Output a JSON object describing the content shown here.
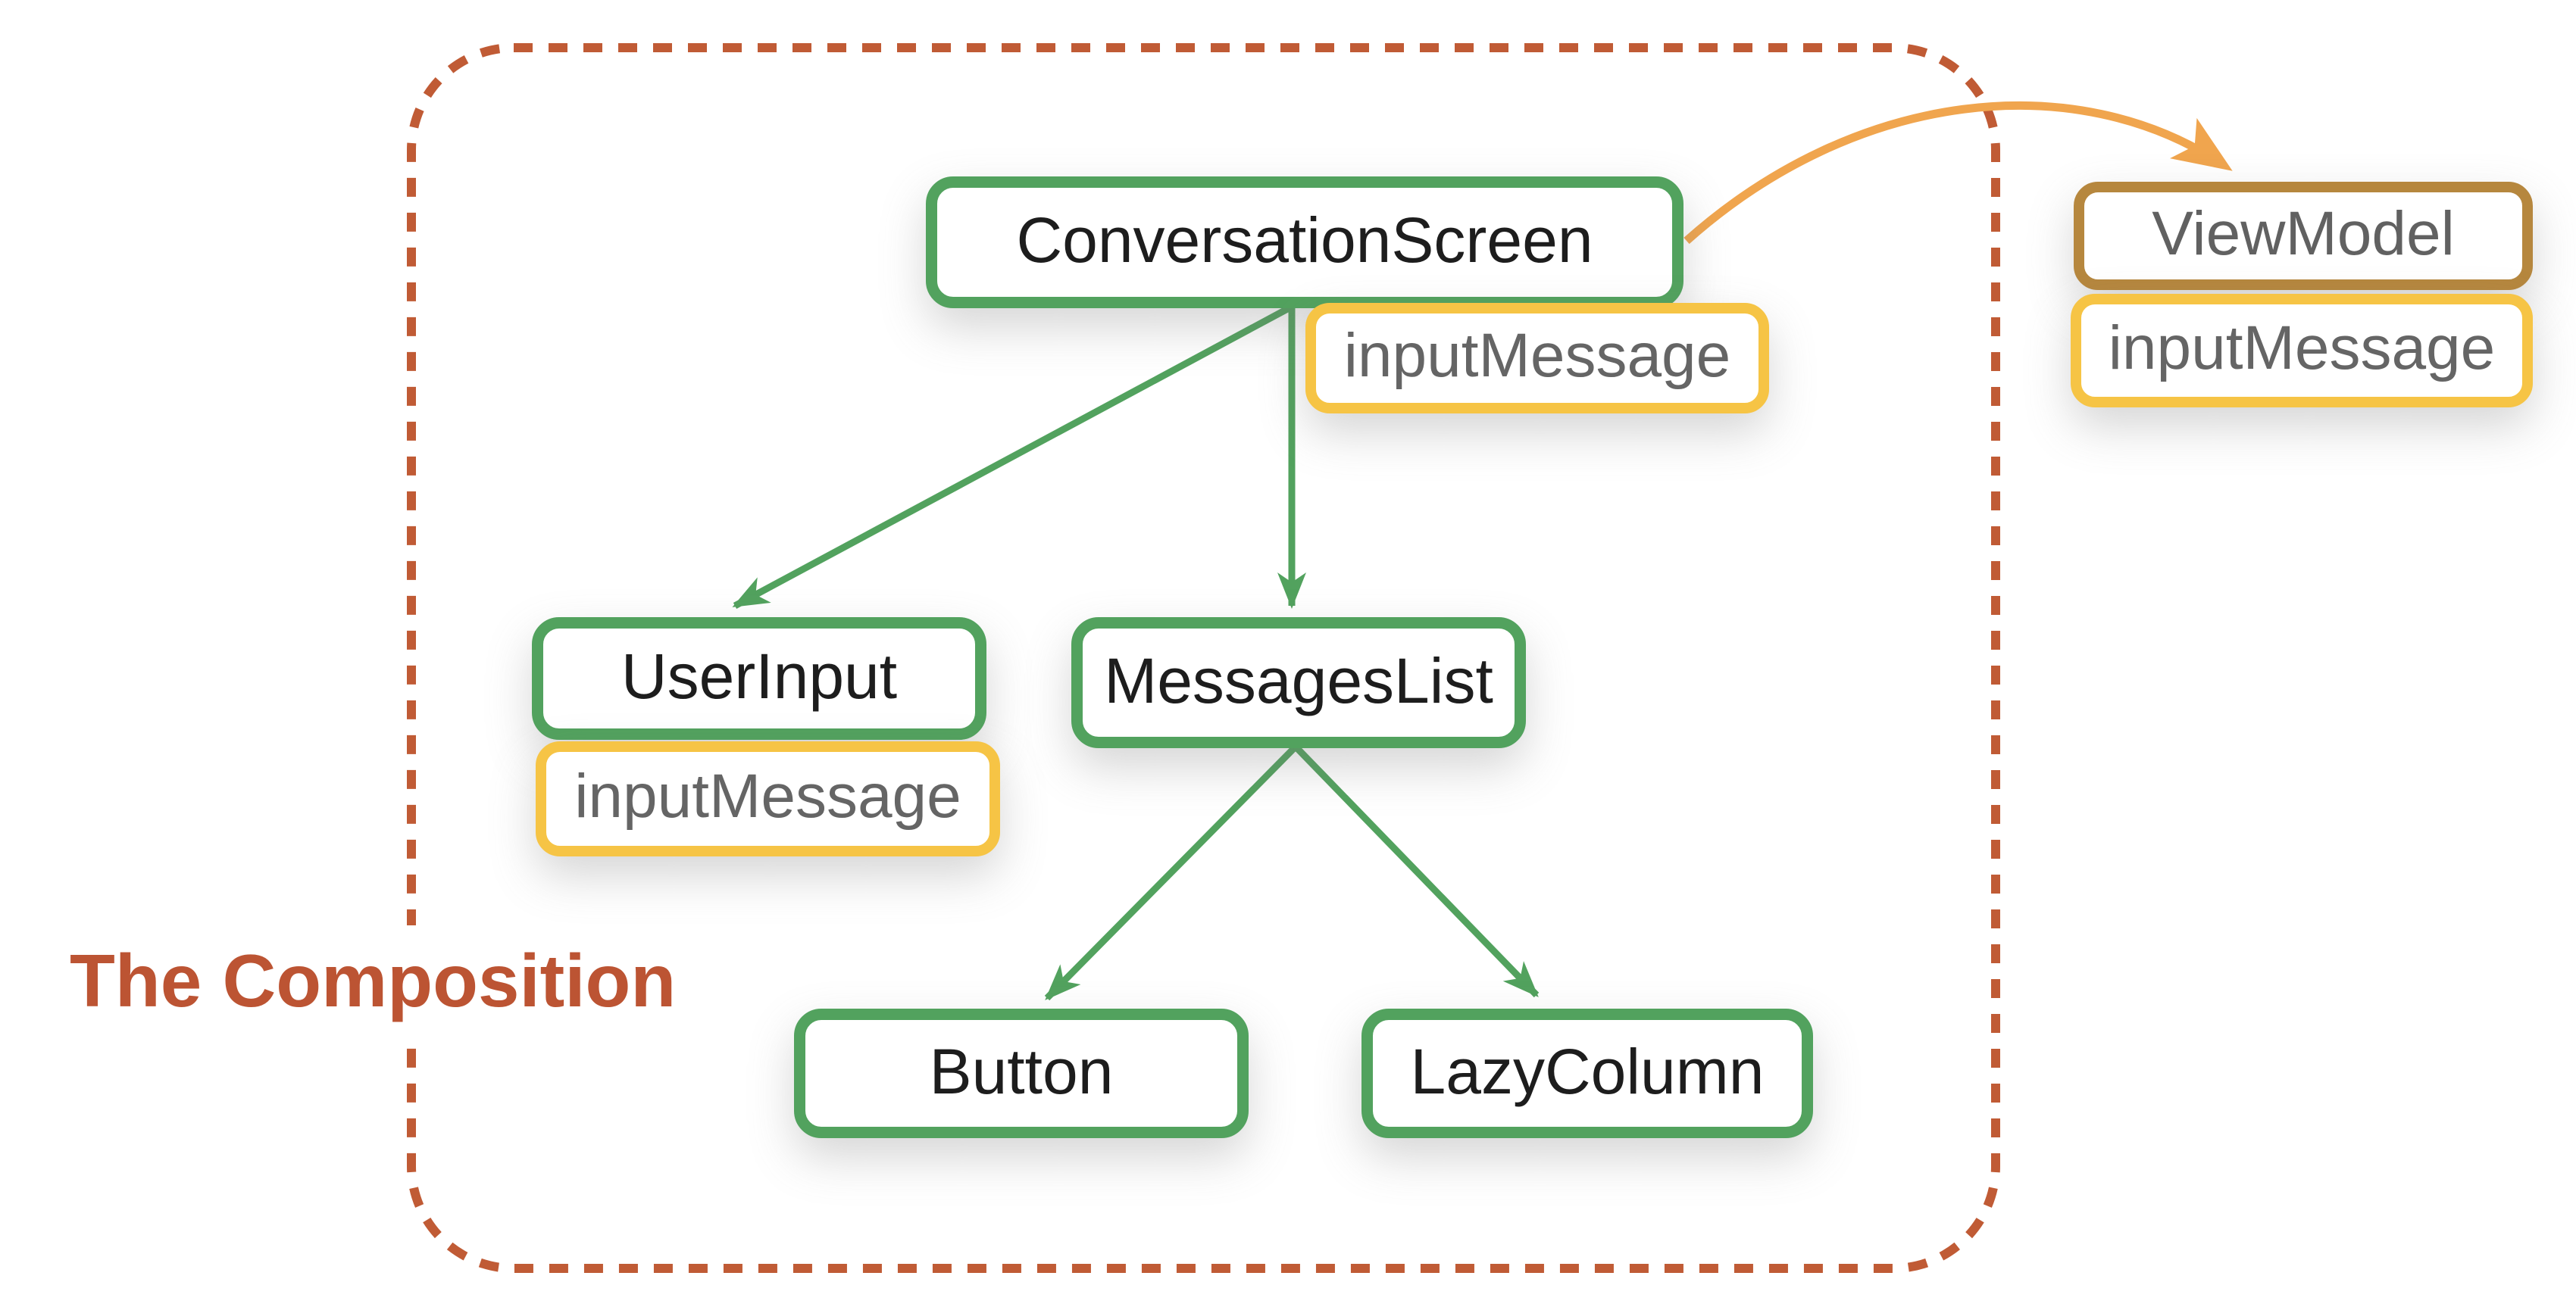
{
  "slide": {
    "boundary_label": "The Composition"
  },
  "nodes": {
    "conversation_screen": {
      "label": "ConversationScreen",
      "type": "composable"
    },
    "user_input": {
      "label": "UserInput",
      "type": "composable"
    },
    "messages_list": {
      "label": "MessagesList",
      "type": "composable"
    },
    "button": {
      "label": "Button",
      "type": "composable"
    },
    "lazy_column": {
      "label": "LazyColumn",
      "type": "composable"
    },
    "view_model": {
      "label": "ViewModel",
      "type": "external-class"
    }
  },
  "badges": {
    "conversation_screen_state": {
      "label": "inputMessage"
    },
    "user_input_state": {
      "label": "inputMessage"
    },
    "view_model_state": {
      "label": "inputMessage"
    }
  },
  "edges": [
    {
      "from": "ConversationScreen",
      "to": "UserInput",
      "kind": "composition"
    },
    {
      "from": "ConversationScreen",
      "to": "MessagesList",
      "kind": "composition"
    },
    {
      "from": "MessagesList",
      "to": "Button",
      "kind": "composition"
    },
    {
      "from": "MessagesList",
      "to": "LazyColumn",
      "kind": "composition"
    },
    {
      "from": "ConversationScreen",
      "to": "ViewModel",
      "kind": "state-reference"
    }
  ],
  "colors": {
    "composable_border": "#52a25e",
    "state_border": "#f6c445",
    "viewmodel_border": "#b6873e",
    "boundary_dash": "#c05b35",
    "title_text": "#bc5433",
    "reference_arrow": "#f0a54e",
    "composable_text": "#1d1d1d",
    "state_text": "#656565"
  }
}
